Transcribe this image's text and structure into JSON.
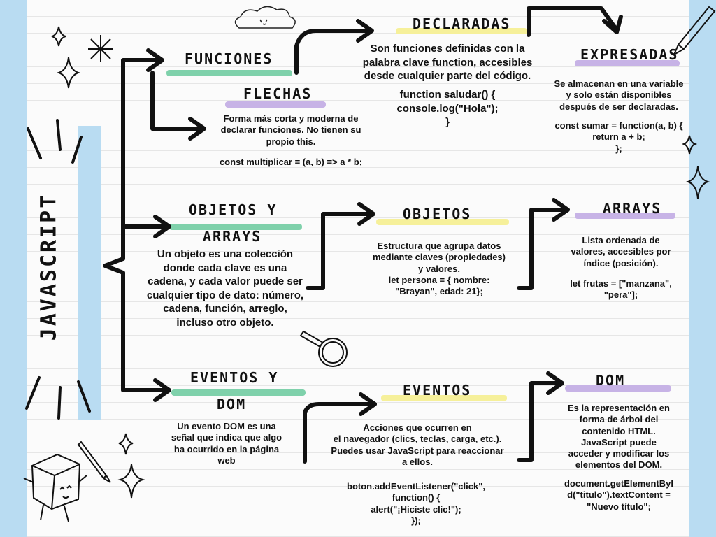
{
  "main_title": "JAVASCRIPT",
  "sections": {
    "funciones": {
      "title": "FUNCIONES",
      "declaradas": {
        "title": "DECLARADAS",
        "description": [
          "Son funciones definidas con la",
          "palabra clave function, accesibles",
          "desde cualquier parte del código."
        ],
        "code": [
          "function saludar() {",
          "console.log(\"Hola\");",
          "}"
        ]
      },
      "expresadas": {
        "title": "EXPRESADAS",
        "description": [
          "Se almacenan en una variable",
          "y solo están disponibles",
          "después de ser declaradas."
        ],
        "code": [
          "const sumar = function(a, b) {",
          "return a + b;",
          "};"
        ]
      },
      "flechas": {
        "title": "FLECHAS",
        "description": [
          "Forma más corta y moderna de",
          "declarar funciones. No tienen su",
          "propio this."
        ],
        "code": [
          "const multiplicar = (a, b) => a * b;"
        ]
      }
    },
    "objetos_arrays": {
      "title_line1": "OBJETOS Y",
      "title_line2": "ARRAYS",
      "description": [
        "Un objeto es una colección",
        "donde cada clave es una",
        "cadena, y cada valor puede ser",
        "cualquier tipo de dato: número,",
        "cadena, función, arreglo,",
        "incluso otro objeto."
      ],
      "objetos": {
        "title": "OBJETOS",
        "description": [
          "Estructura que agrupa datos",
          "mediante claves (propiedades)",
          "y valores.",
          "let persona = { nombre:",
          "\"Brayan\", edad: 21};"
        ]
      },
      "arrays": {
        "title": "ARRAYS",
        "description": [
          "Lista ordenada de",
          "valores, accesibles por",
          "índice (posición)."
        ],
        "code": [
          "let frutas = [\"manzana\",",
          "\"pera\"];"
        ]
      }
    },
    "eventos_dom": {
      "title_line1": "EVENTOS Y",
      "title_line2": "DOM",
      "description": [
        "Un evento DOM es una",
        "señal que indica que algo",
        "ha ocurrido en la página",
        "web"
      ],
      "eventos": {
        "title": "EVENTOS",
        "description": [
          "Acciones que ocurren en",
          "el navegador (clics, teclas, carga, etc.).",
          "Puedes usar JavaScript para reaccionar",
          "a ellos."
        ],
        "code": [
          "boton.addEventListener(\"click\",",
          "function() {",
          "alert(\"¡Hiciste clic!\");",
          "});"
        ]
      },
      "dom": {
        "title": "DOM",
        "description": [
          "Es la representación en",
          "forma de árbol del",
          "contenido HTML.",
          "JavaScript puede",
          "acceder y modificar los",
          "elementos del DOM."
        ],
        "code": [
          "document.getElementByI",
          "d(\"titulo\").textContent =",
          "\"Nuevo título\";"
        ]
      }
    }
  },
  "colors": {
    "green": "#7fd1ab",
    "yellow": "#f6f09a",
    "purple": "#c7b3e6",
    "blue_strip": "#b9dcf2"
  },
  "icons": [
    "cloud-icon",
    "sparkle-icon",
    "pencil-icon",
    "magnifier-icon",
    "cube-character-icon"
  ]
}
